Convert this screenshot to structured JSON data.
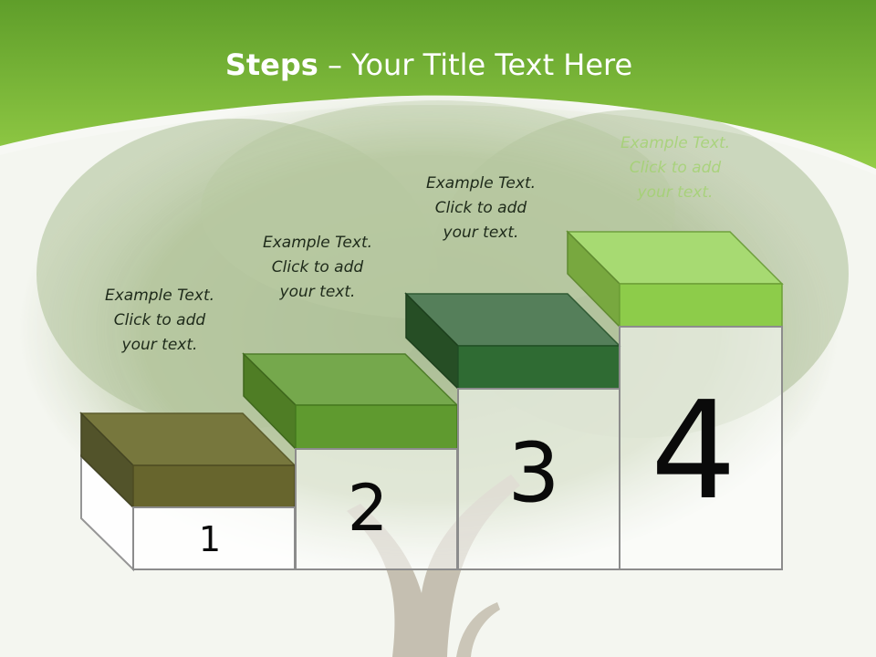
{
  "title": {
    "bold": "Steps",
    "rest": " – Your Title Text Here"
  },
  "steps": [
    {
      "number": "1",
      "caption": "Example Text.\nClick  to add\nyour text."
    },
    {
      "number": "2",
      "caption": "Example Text.\nClick  to add\nyour text."
    },
    {
      "number": "3",
      "caption": "Example Text.\nClick  to add\nyour text."
    },
    {
      "number": "4",
      "caption": "Example Text.\nClick  to add\nyour text."
    }
  ],
  "colors": {
    "header_green": "#86c23e",
    "step1": "#6b6a30",
    "step2": "#5f9a2f",
    "step3": "#2f6b33",
    "step4": "#8dcc4a",
    "outline": "#8c8c8c"
  }
}
